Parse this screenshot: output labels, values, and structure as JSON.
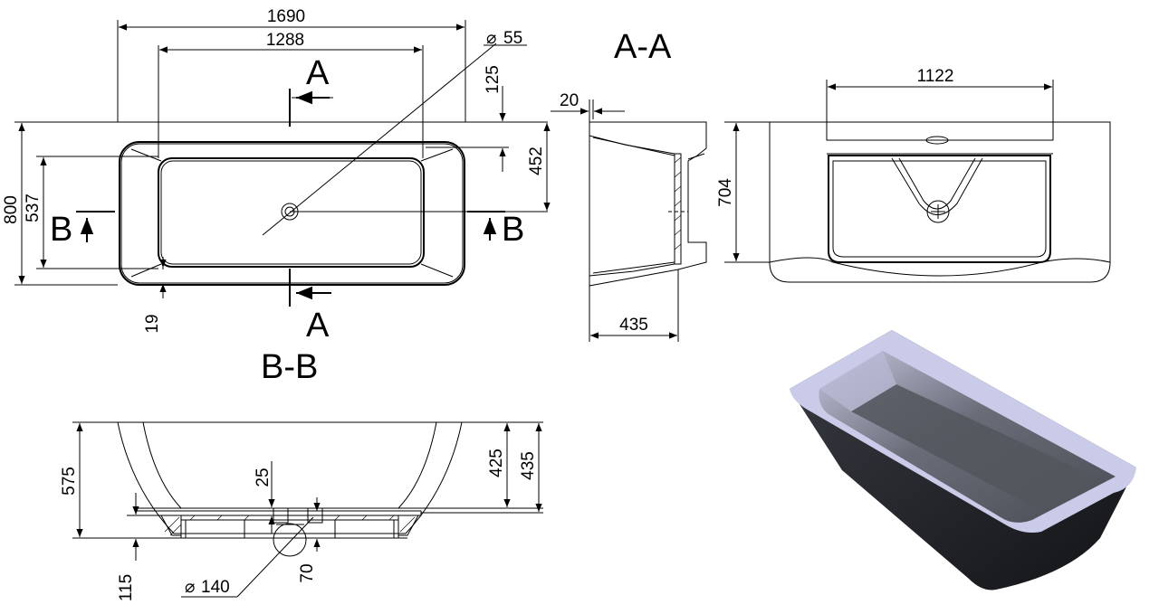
{
  "sections": {
    "aa_title": "A-A",
    "bb_title": "B-B",
    "a_marker": "A",
    "b_marker": "B"
  },
  "top_view": {
    "overall_length": "1690",
    "inner_length": "1288",
    "drain_diameter": "55",
    "drain_offset": "125",
    "inner_half_width": "452",
    "overall_width": "800",
    "inner_width": "537",
    "rim_offset": "19"
  },
  "section_aa": {
    "rim_thickness": "20",
    "depth": "435"
  },
  "end_view": {
    "inner_width": "1122",
    "height": "704"
  },
  "section_bb": {
    "height": "575",
    "inner_depth": "425",
    "depth": "435",
    "base_thickness": "25",
    "foot_height": "115",
    "drain_diameter": "140",
    "drain_depth": "70"
  },
  "diameter_symbol": "⌀",
  "colors": {
    "tub_outer": "#25262a",
    "tub_rim": "#c9cbe8",
    "tub_inner": "#54565d"
  }
}
